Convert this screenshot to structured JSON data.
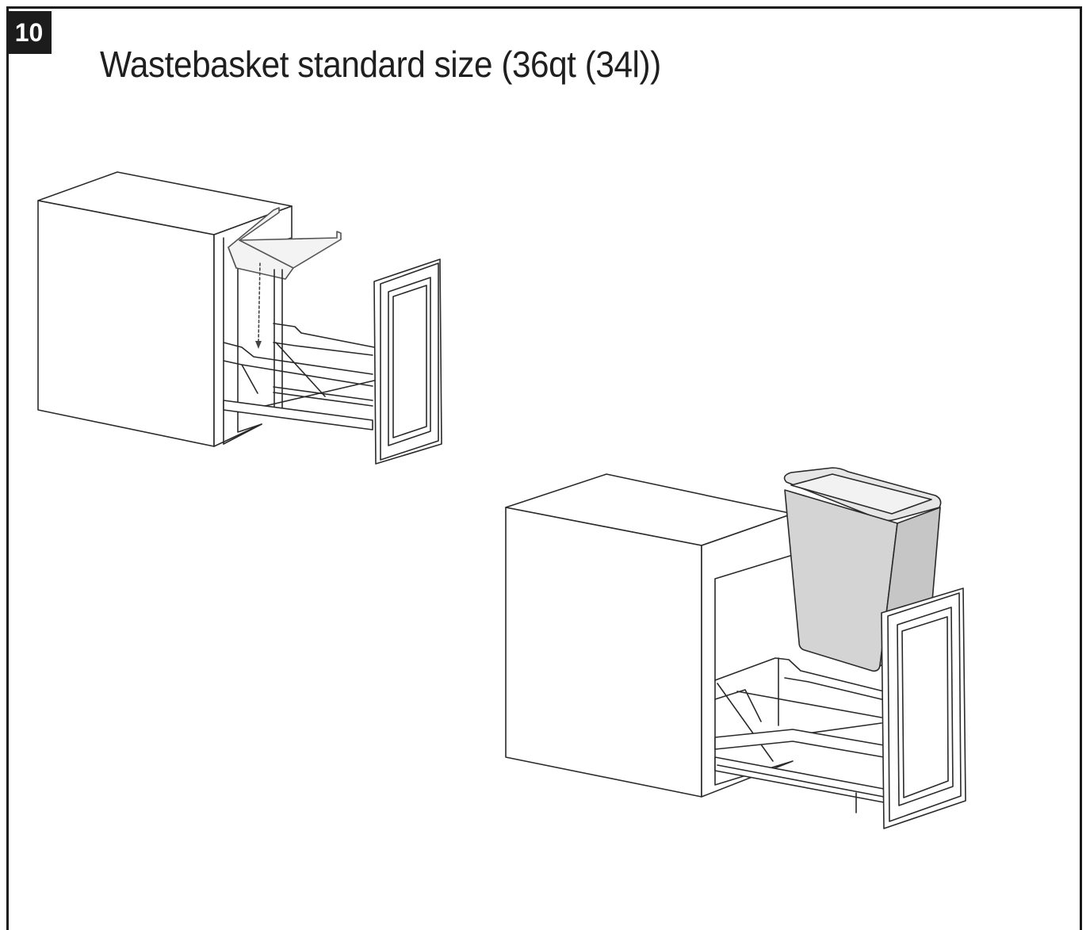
{
  "step": {
    "number": "10"
  },
  "title": "Wastebasket standard size  (36qt (34l))",
  "illustrations": [
    {
      "name": "cabinet-with-lid-holder",
      "description_icon": "cabinet-pullout-icon"
    },
    {
      "name": "cabinet-with-wastebasket",
      "description_icon": "wastebasket-icon"
    }
  ],
  "colors": {
    "line": "#2a2a2a",
    "badge": "#1c1c1c",
    "bin_fill": "#d4d4d4"
  }
}
